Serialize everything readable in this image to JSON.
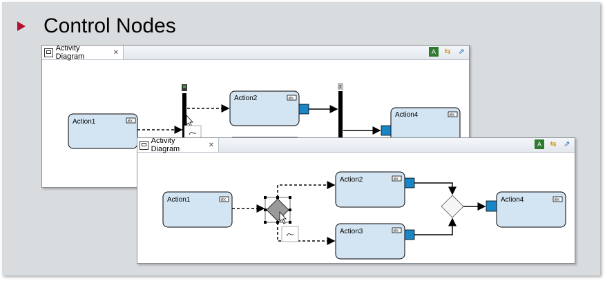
{
  "slide": {
    "title": "Control Nodes"
  },
  "window1": {
    "tab_label": "Activity Diagram",
    "actions": {
      "a1": "Action1",
      "a2": "Action2",
      "a4": "Action4"
    },
    "fork_marker": "J"
  },
  "window2": {
    "tab_label": "Activity Diagram",
    "actions": {
      "a1": "Action1",
      "a2": "Action2",
      "a3": "Action3",
      "a4": "Action4"
    }
  },
  "badge_text": "abc",
  "icons": {
    "bullet": "triangle-bullet-icon",
    "tab": "diagram-tab-icon",
    "close": "close-icon",
    "tool1": "validate-icon",
    "tool2": "arrange-icon",
    "tool3": "export-icon"
  },
  "colors": {
    "action_fill": "#d3e5f3",
    "pin_fill": "#1b86c6",
    "bullet": "#b3102f"
  }
}
